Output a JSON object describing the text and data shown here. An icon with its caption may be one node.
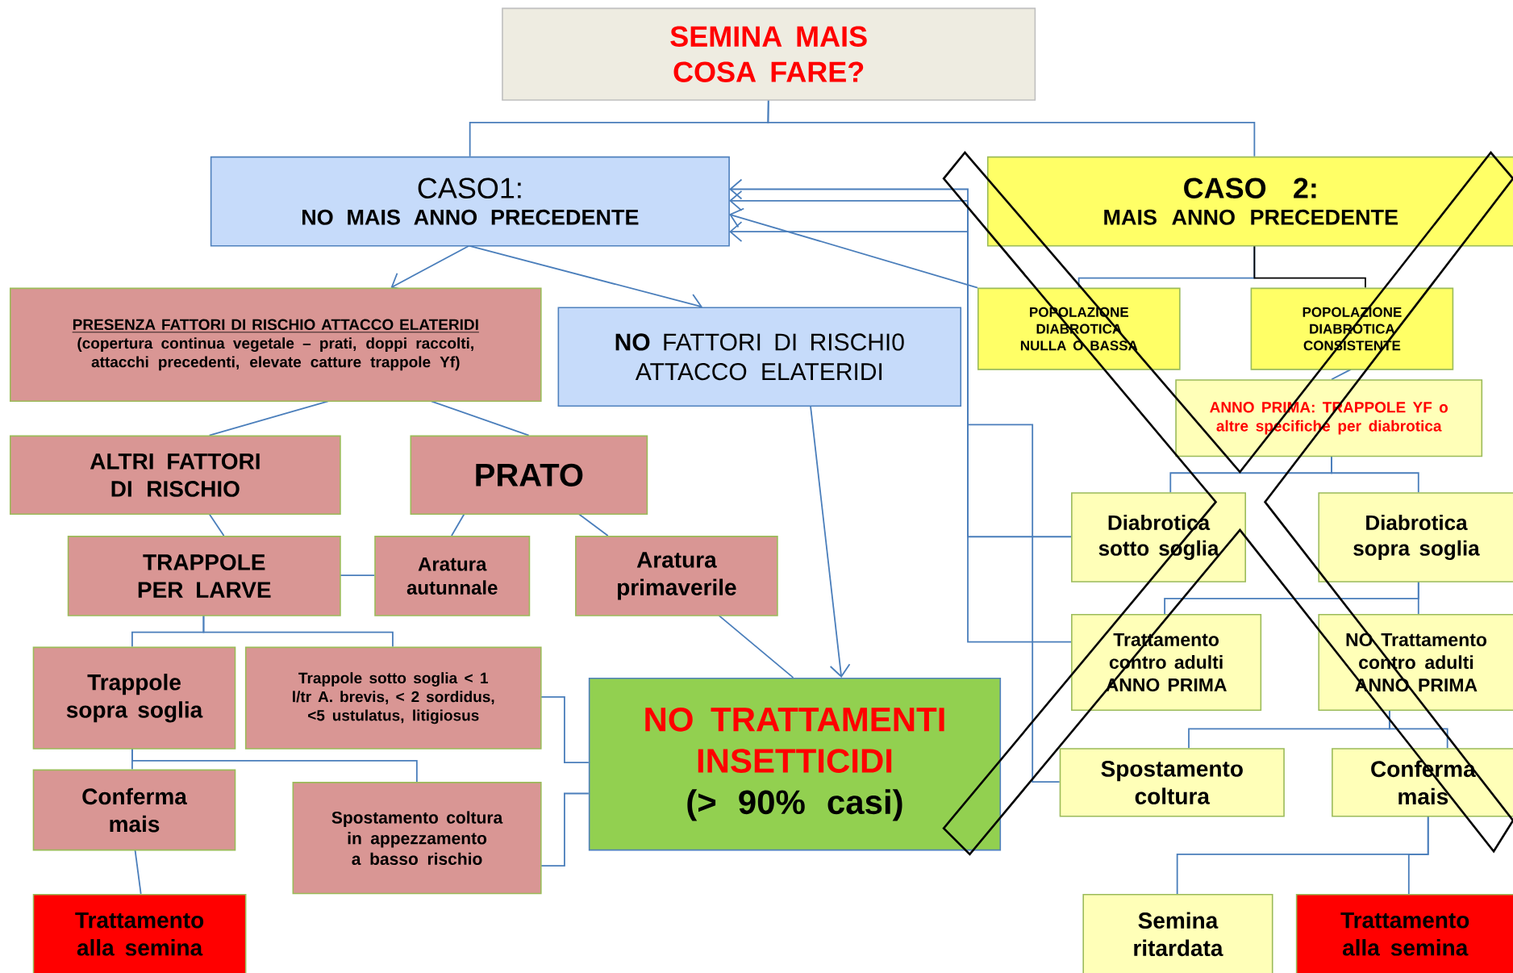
{
  "diagram": {
    "nodes": [
      {
        "text": [
          "SEMINA MAIS COSA FARE?"
        ]
      },
      {
        "text": [
          "CASO1:",
          "NO MAIS  ANNO PRECEDENTE"
        ]
      },
      {
        "text": [
          "CASO 2:",
          "MAIS ANNO PRECEDENTE"
        ]
      },
      {
        "text": [
          "PRESENZA FATTORI DI RISCHIO  ATTACCO ELATERIDI",
          "(copertura continua vegetale – prati, doppi raccolti, attacchi precedenti,  elevate catture  trappole Yf)"
        ]
      },
      {
        "text": [
          "**NO** FATTORI DI RISCHI0 ATTACCO ELATERIDI"
        ]
      },
      {
        "text": [
          "POPOLAZIONE DIABROTICA NULLA O BASSA"
        ]
      },
      {
        "text": [
          "POPOLAZIONE DIABROTICA CONSISTENTE"
        ]
      },
      {
        "text": [
          "ALTRI FATTORI DI RISCHIO"
        ]
      },
      {
        "text": [
          "PRATO"
        ]
      },
      {
        "text": [
          "ANNO PRIMA:  TRAPPOLE YF o altre  specifiche per diabrotica"
        ]
      },
      {
        "text": [
          "TRAPPOLE PER LARVE"
        ]
      },
      {
        "text": [
          "Aratura autunnale"
        ]
      },
      {
        "text": [
          "Aratura primaverile"
        ]
      },
      {
        "text": [
          "Diabrotica sotto soglia"
        ]
      },
      {
        "text": [
          "Diabrotica sopra soglia"
        ]
      },
      {
        "text": [
          "Trappole sopra soglia"
        ]
      },
      {
        "text": [
          "Trappole   sotto soglia < 1 l/tr A. brevis, < 2  sordidus, <5 ustulatus,  litigiosus"
        ]
      },
      {
        "text": [
          "Trattamento contro adulti ANNO PRIMA"
        ]
      },
      {
        "text": [
          "NO Trattamento contro adulti ANNO PRIMA"
        ]
      },
      {
        "text": [
          "NO TRATTAMENTI INSETTICIDI",
          "(> 90% casi)"
        ]
      },
      {
        "text": [
          "Conferma mais"
        ]
      },
      {
        "text": [
          "Spostamento coltura in appezzamento  a basso rischio"
        ]
      },
      {
        "text": [
          "Spostamento coltura"
        ]
      },
      {
        "text": [
          "Conferma mais"
        ]
      },
      {
        "text": [
          "Trattamento alla semina"
        ]
      },
      {
        "text": [
          "Semina ritardata"
        ]
      },
      {
        "text": [
          "Trattamento alla semina"
        ]
      }
    ],
    "edges": [
      {
        "from": 0,
        "to": 1,
        "arrow": "none"
      },
      {
        "from": 0,
        "to": 2,
        "arrow": "none"
      },
      {
        "from": 1,
        "to": 3,
        "arrow": "to"
      },
      {
        "from": 1,
        "to": 4,
        "arrow": "to"
      },
      {
        "from": 5,
        "to": 1,
        "arrow": "to"
      },
      {
        "from": 13,
        "to": 1,
        "arrow": "to"
      },
      {
        "from": 17,
        "to": 1,
        "arrow": "to"
      },
      {
        "from": 22,
        "to": 1,
        "arrow": "to"
      },
      {
        "from": 4,
        "to": 19,
        "arrow": "to"
      },
      {
        "from": 12,
        "to": 19,
        "arrow": "none"
      },
      {
        "from": 16,
        "to": 19,
        "arrow": "none"
      },
      {
        "from": 21,
        "to": 19,
        "arrow": "none"
      },
      {
        "from": 3,
        "to": 7,
        "arrow": "none"
      },
      {
        "from": 3,
        "to": 8,
        "arrow": "none"
      },
      {
        "from": 7,
        "to": 10,
        "arrow": "none"
      },
      {
        "from": 10,
        "to": 11,
        "arrow": "none"
      },
      {
        "from": 8,
        "to": 11,
        "arrow": "none"
      },
      {
        "from": 8,
        "to": 12,
        "arrow": "none"
      },
      {
        "from": 10,
        "to": 15,
        "arrow": "none"
      },
      {
        "from": 10,
        "to": 16,
        "arrow": "none"
      },
      {
        "from": 15,
        "to": 20,
        "arrow": "none"
      },
      {
        "from": 15,
        "to": 21,
        "arrow": "none"
      },
      {
        "from": 20,
        "to": 24,
        "arrow": "none"
      },
      {
        "from": 2,
        "to": 5,
        "arrow": "none"
      },
      {
        "from": 2,
        "to": 6,
        "arrow": "none",
        "color": "#000000"
      },
      {
        "from": 6,
        "to": 9,
        "arrow": "none"
      },
      {
        "from": 9,
        "to": 13,
        "arrow": "none"
      },
      {
        "from": 9,
        "to": 14,
        "arrow": "none"
      },
      {
        "from": 14,
        "to": 17,
        "arrow": "none"
      },
      {
        "from": 14,
        "to": 18,
        "arrow": "none"
      },
      {
        "from": 18,
        "to": 22,
        "arrow": "none"
      },
      {
        "from": 18,
        "to": 23,
        "arrow": "none"
      },
      {
        "from": 23,
        "to": 25,
        "arrow": "none"
      },
      {
        "from": 23,
        "to": 26,
        "arrow": "none"
      }
    ]
  }
}
